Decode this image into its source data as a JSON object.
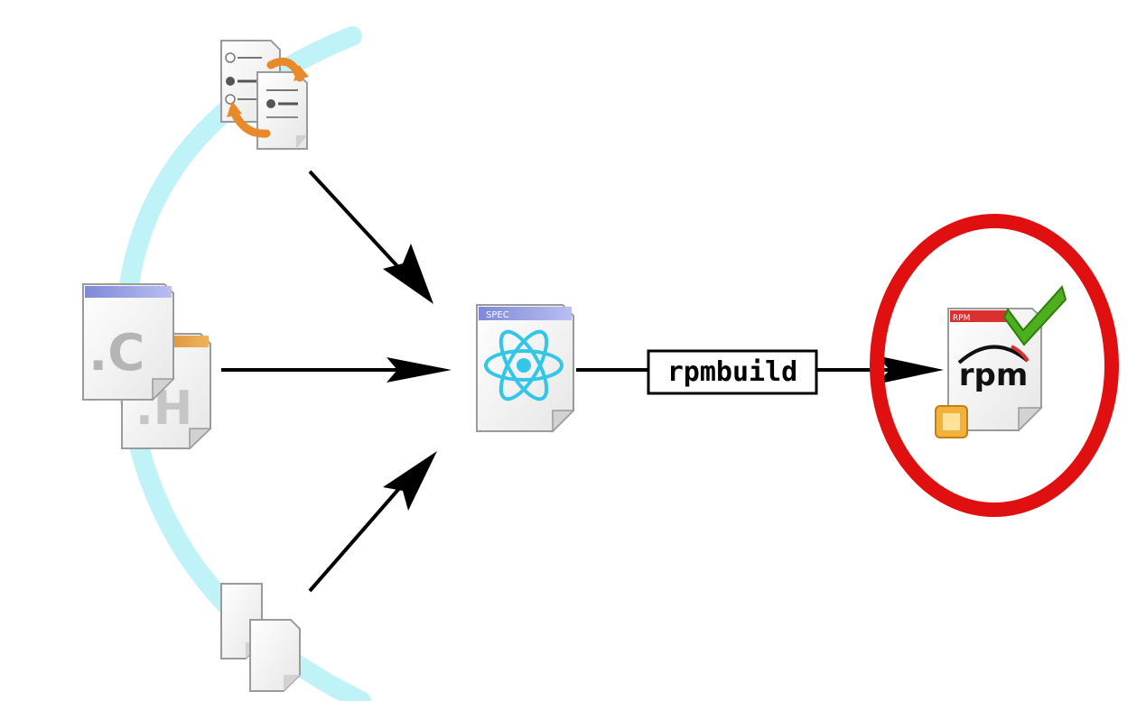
{
  "diagram": {
    "inputs": [
      {
        "name": "patch-files",
        "icon": "patch-icon"
      },
      {
        "name": "source-code",
        "icon": "source-code-icon",
        "glyph_c": ".C",
        "glyph_h": ".H"
      },
      {
        "name": "other-files",
        "icon": "files-icon"
      }
    ],
    "spec_file": {
      "icon": "spec-file-icon",
      "header_text": "SPEC"
    },
    "tool": {
      "label": "rpmbuild"
    },
    "output": {
      "icon": "rpm-package-icon",
      "logo_text": "rpm",
      "badge_text": "RPM"
    },
    "colors": {
      "arc": "#b9f2f7",
      "arrow": "#000000",
      "highlight": "#e01010",
      "check": "#4caf1d",
      "atom": "#33c6e8",
      "doc_border": "#9a9a9a"
    }
  }
}
